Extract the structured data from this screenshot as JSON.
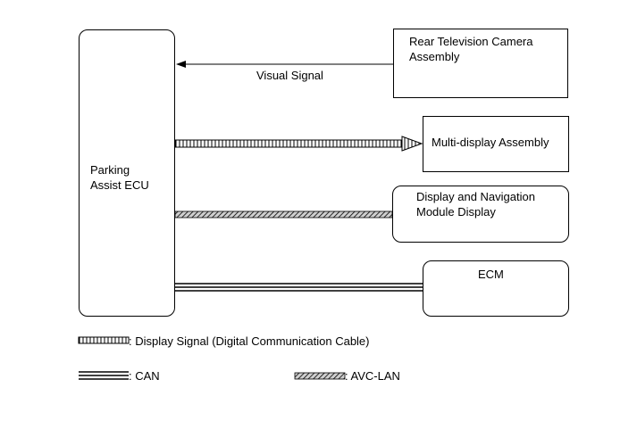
{
  "diagram": {
    "nodes": {
      "parking_assist_ecu": "Parking\nAssist ECU",
      "rear_camera": "Rear Television Camera\nAssembly",
      "multi_display": "Multi-display Assembly",
      "display_navigation": "Display and Navigation\nModule Display",
      "ecm": "ECM"
    },
    "edges": {
      "visual_signal": "Visual Signal"
    },
    "legend": {
      "display_signal": ": Display Signal (Digital Communication Cable)",
      "can": ": CAN",
      "avc_lan": ": AVC-LAN"
    }
  }
}
